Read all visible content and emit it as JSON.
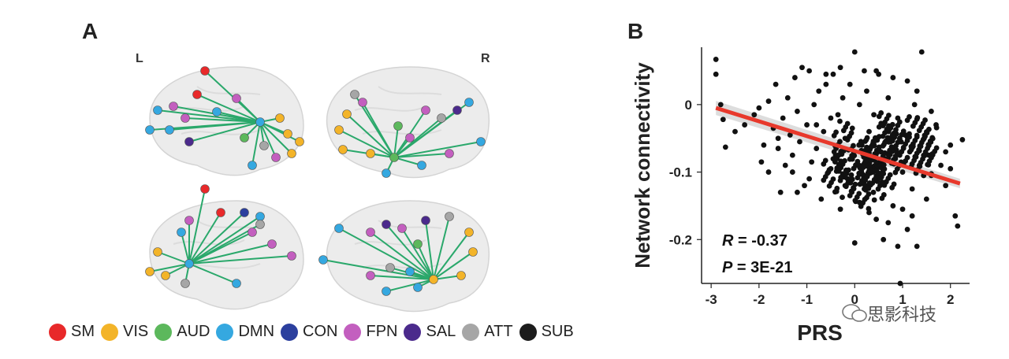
{
  "panel_a_label": "A",
  "panel_b_label": "B",
  "hemisphere_left": "L",
  "hemisphere_right": "R",
  "legend": [
    {
      "label": "SM",
      "color": "#e8292a"
    },
    {
      "label": "VIS",
      "color": "#f3b429"
    },
    {
      "label": "AUD",
      "color": "#5cb85c"
    },
    {
      "label": "DMN",
      "color": "#35a8e0"
    },
    {
      "label": "CON",
      "color": "#2b3f9e"
    },
    {
      "label": "FPN",
      "color": "#c35fbf"
    },
    {
      "label": "SAL",
      "color": "#4b2a8c"
    },
    {
      "label": "ATT",
      "color": "#a6a6a6"
    },
    {
      "label": "SUB",
      "color": "#1c1c1c"
    }
  ],
  "edge_color": "#2aa86b",
  "watermark": "思影科技",
  "chart_data": {
    "type": "scatter",
    "xlabel": "PRS",
    "ylabel": "Network connectivity",
    "xlim": [
      -3.2,
      2.4
    ],
    "ylim": [
      -0.265,
      0.085
    ],
    "xticks": [
      "-3",
      "-2",
      "-1",
      "0",
      "1",
      "2"
    ],
    "yticks": [
      "0",
      "-0.1",
      "-0.2"
    ],
    "xtick_values": [
      -3,
      -2,
      -1,
      0,
      1,
      2
    ],
    "ytick_values": [
      0,
      -0.1,
      -0.2
    ],
    "point_color": "#111111",
    "fit_line": {
      "x0": -2.9,
      "y0": -0.005,
      "x1": 2.2,
      "y1": -0.117,
      "color": "#e8392c"
    },
    "annotations": [
      {
        "var": "R",
        "text": " = -0.37"
      },
      {
        "var": "P",
        "text": " = 3E-21"
      }
    ],
    "points": [
      [
        -2.9,
        0.067
      ],
      [
        -2.9,
        0.045
      ],
      [
        -2.8,
        0.0
      ],
      [
        -2.75,
        -0.022
      ],
      [
        -2.7,
        -0.063
      ],
      [
        -2.3,
        -0.03
      ],
      [
        -2.1,
        -0.015
      ],
      [
        -1.95,
        -0.085
      ],
      [
        -1.9,
        -0.06
      ],
      [
        -1.8,
        -0.1
      ],
      [
        -1.7,
        -0.035
      ],
      [
        -1.65,
        0.03
      ],
      [
        -1.6,
        -0.065
      ],
      [
        -1.55,
        -0.13
      ],
      [
        -1.5,
        -0.02
      ],
      [
        -1.45,
        -0.09
      ],
      [
        -1.4,
        0.01
      ],
      [
        -1.35,
        -0.045
      ],
      [
        -1.3,
        -0.075
      ],
      [
        -1.25,
        0.04
      ],
      [
        -1.2,
        -0.01
      ],
      [
        -1.15,
        -0.055
      ],
      [
        -1.1,
        0.055
      ],
      [
        -1.05,
        -0.12
      ],
      [
        -1.0,
        -0.03
      ],
      [
        -0.95,
        0.05
      ],
      [
        -0.9,
        -0.085
      ],
      [
        -0.85,
        0.0
      ],
      [
        -0.8,
        -0.065
      ],
      [
        -0.75,
        0.02
      ],
      [
        -0.7,
        -0.14
      ],
      [
        -0.65,
        -0.04
      ],
      [
        -0.6,
        0.03
      ],
      [
        -0.55,
        -0.1
      ],
      [
        -0.5,
        -0.02
      ],
      [
        -0.45,
        0.045
      ],
      [
        -0.4,
        -0.075
      ],
      [
        -0.35,
        -0.015
      ],
      [
        -0.3,
        -0.155
      ],
      [
        -0.25,
        0.01
      ],
      [
        -0.2,
        -0.05
      ],
      [
        -0.15,
        -0.11
      ],
      [
        -0.1,
        0.03
      ],
      [
        -0.05,
        -0.035
      ],
      [
        0.0,
        -0.205
      ],
      [
        0.0,
        0.078
      ],
      [
        0.05,
        -0.09
      ],
      [
        0.1,
        0.0
      ],
      [
        0.15,
        -0.06
      ],
      [
        0.2,
        -0.125
      ],
      [
        0.25,
        0.02
      ],
      [
        0.3,
        -0.04
      ],
      [
        0.35,
        -0.095
      ],
      [
        0.4,
        -0.015
      ],
      [
        0.45,
        -0.17
      ],
      [
        0.5,
        0.045
      ],
      [
        0.55,
        -0.07
      ],
      [
        0.6,
        -0.03
      ],
      [
        0.65,
        -0.115
      ],
      [
        0.7,
        0.01
      ],
      [
        0.75,
        -0.055
      ],
      [
        0.8,
        -0.15
      ],
      [
        0.85,
        -0.08
      ],
      [
        0.9,
        -0.02
      ],
      [
        0.95,
        -0.265
      ],
      [
        1.0,
        -0.1
      ],
      [
        1.05,
        -0.045
      ],
      [
        1.1,
        -0.185
      ],
      [
        1.15,
        -0.07
      ],
      [
        1.2,
        -0.125
      ],
      [
        1.25,
        0.0
      ],
      [
        1.3,
        -0.21
      ],
      [
        1.35,
        -0.09
      ],
      [
        1.4,
        0.078
      ],
      [
        1.45,
        -0.05
      ],
      [
        1.5,
        -0.14
      ],
      [
        1.55,
        -0.075
      ],
      [
        1.6,
        -0.105
      ],
      [
        1.7,
        -0.03
      ],
      [
        1.8,
        -0.09
      ],
      [
        1.9,
        -0.12
      ],
      [
        2.0,
        -0.06
      ],
      [
        2.1,
        -0.165
      ],
      [
        2.25,
        -0.052
      ],
      [
        2.15,
        -0.18
      ],
      [
        -0.5,
        -0.095
      ],
      [
        0.3,
        -0.16
      ],
      [
        0.6,
        -0.2
      ],
      [
        0.9,
        -0.21
      ],
      [
        1.2,
        -0.165
      ],
      [
        -1.2,
        -0.13
      ],
      [
        0.1,
        -0.145
      ],
      [
        0.7,
        -0.175
      ],
      [
        1.0,
        -0.155
      ],
      [
        -0.2,
        -0.12
      ],
      [
        0.45,
        0.05
      ],
      [
        0.8,
        0.04
      ],
      [
        1.1,
        0.035
      ],
      [
        -0.6,
        0.045
      ],
      [
        -0.3,
        0.055
      ],
      [
        0.2,
        0.05
      ],
      [
        1.3,
        0.02
      ],
      [
        1.6,
        -0.01
      ],
      [
        -2.5,
        -0.04
      ],
      [
        -2.0,
        -0.005
      ],
      [
        -1.8,
        0.005
      ],
      [
        -1.6,
        -0.05
      ],
      [
        -1.3,
        -0.1
      ],
      [
        -0.95,
        -0.11
      ],
      [
        -0.8,
        -0.03
      ],
      [
        1.9,
        -0.07
      ],
      [
        2.0,
        -0.095
      ]
    ]
  }
}
